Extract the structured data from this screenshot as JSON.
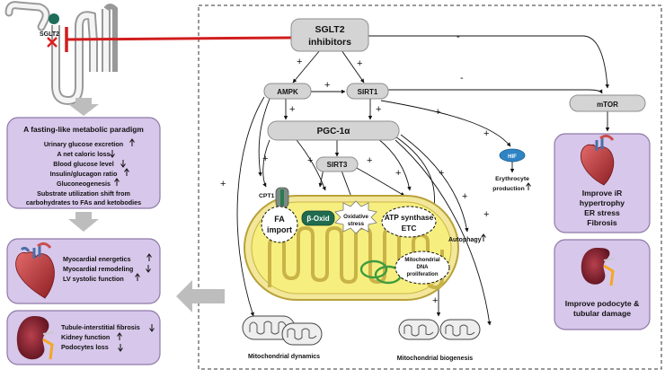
{
  "transporter": {
    "label": "SGLT2"
  },
  "inhibitors": {
    "line1": "SGLT2",
    "line2": "inhibitors"
  },
  "fasting": {
    "title": "A fasting-like metabolic paradigm",
    "items": [
      "Urinary glucose excretion",
      "A net caloric loss",
      "Blood glucose level",
      "Insulin/glucagon ratio",
      "Gluconeogenesis",
      "Substrate utilization shift from",
      "carbohydrates to FAs and ketobodies"
    ]
  },
  "heart_box": {
    "items": [
      "Myocardial energetics",
      "Myocardial remodeling",
      "LV systolic function"
    ]
  },
  "kidney_box": {
    "items": [
      "Tubule-interstitial fibrosis",
      "Kidney function",
      "Podocytes loss"
    ]
  },
  "nodes": {
    "ampk": "AMPK",
    "sirt1": "SIRT1",
    "pgc1a": "PGC-1α",
    "sirt3": "SIRT3",
    "mtor": "mTOR",
    "hif": "HIF",
    "erythro_line1": "Erythrocyte",
    "erythro_line2": "production",
    "cpt1": "CPT1",
    "fa_line1": "FA",
    "fa_line2": "import",
    "boxid": "β-Oxid",
    "oxstress_line1": "Oxidative",
    "oxstress_line2": "stress",
    "atp_line1": "ATP synthase",
    "atp_line2": "ETC",
    "mtdna_line1": "Mitochondrial",
    "mtdna_line2": "DNA",
    "mtdna_line3": "proliferation",
    "autophagy": "Autophagy"
  },
  "captions": {
    "dynamics": "Mitochondrial dynamics",
    "biogenesis": "Mitochondrial biogenesis"
  },
  "mtor_effects": {
    "items": [
      "Improve iR",
      "hypertrophy",
      "ER stress",
      "Fibrosis"
    ]
  },
  "podocyte": {
    "line1": "Improve podocyte &",
    "line2": "tubular damage"
  },
  "signs": {
    "plus": "+",
    "minus": "-"
  },
  "colors": {
    "panel_fill": "#d7c7ea",
    "panel_stroke": "#8f7aa8",
    "node_fill": "#d4d4d4",
    "node_stroke": "#8e8e8e",
    "inhibit_red": "#d11d1d",
    "mito_fill": "#f2e79a",
    "mito_stroke": "#b8a23a",
    "boxid_fill": "#1f6b4f",
    "hif_fill": "#2f84c4",
    "kidney_red": "#8a1f2d"
  }
}
